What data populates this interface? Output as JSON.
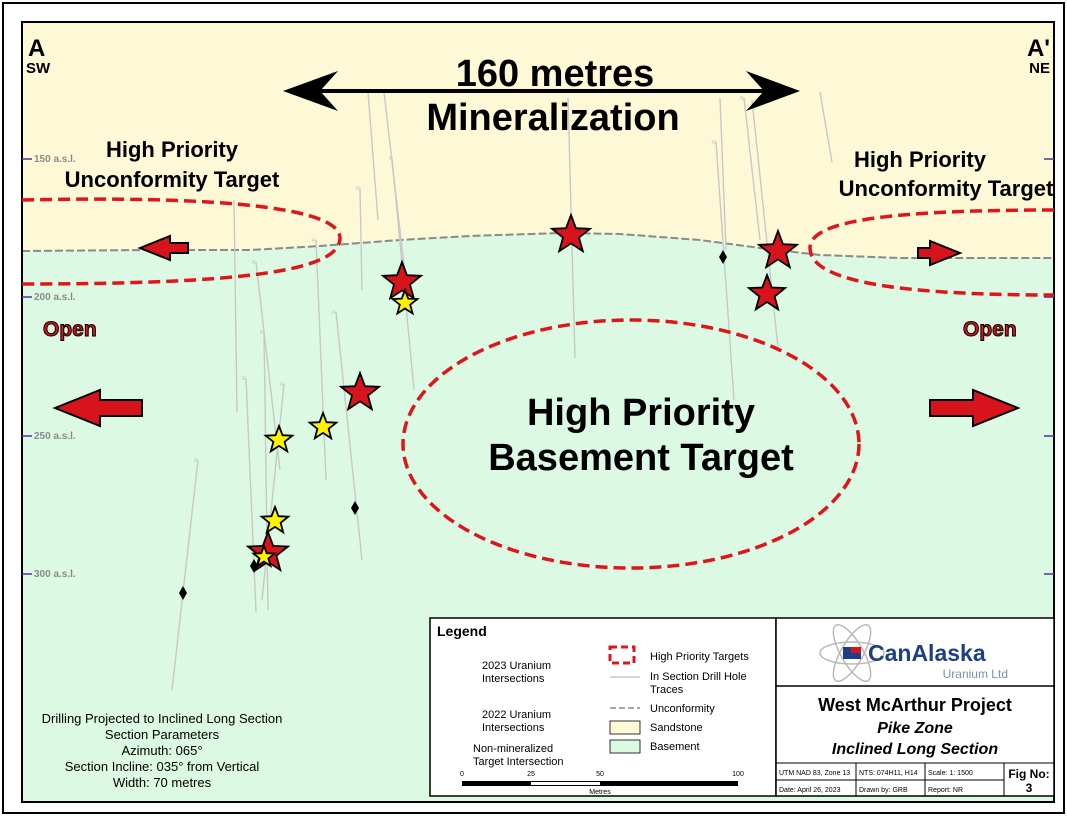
{
  "section": {
    "label_a": "A",
    "label_a_dir": "SW",
    "label_a_prime": "A'",
    "label_a_prime_dir": "NE",
    "headline_line1": "160 metres",
    "headline_line2": "Mineralization",
    "elevations": [
      "150 a.s.l.",
      "200 a.s.l.",
      "250 a.s.l.",
      "300 a.s.l."
    ]
  },
  "targets": {
    "left_unconformity_line1": "High Priority",
    "left_unconformity_line2": "Unconformity Target",
    "right_unconformity_line1": "High Priority",
    "right_unconformity_line2": "Unconformity Target",
    "basement_line1": "High Priority",
    "basement_line2": "Basement Target",
    "open_left": "Open",
    "open_right": "Open"
  },
  "notes": {
    "line1": "Drilling Projected to Inclined Long Section",
    "line2": "Section Parameters",
    "line3": "Azimuth: 065°",
    "line4": "Section Incline: 035° from Vertical",
    "line5": "Width: 70 metres"
  },
  "legend": {
    "title": "Legend",
    "red_star_line1": "2023 Uranium",
    "red_star_line2": "Intersections",
    "yellow_star_line1": "2022 Uranium",
    "yellow_star_line2": "Intersections",
    "diamond_line1": "Non-mineralized",
    "diamond_line2": "Target Intersection",
    "targets": "High Priority Targets",
    "traces_line1": "In Section Drill Hole",
    "traces_line2": "Traces",
    "unconformity": "Unconformity",
    "sandstone": "Sandstone",
    "basement": "Basement",
    "scale_ticks": [
      "0",
      "25",
      "50",
      "100"
    ],
    "scale_unit": "Metres"
  },
  "title_block": {
    "company": "CanAlaska",
    "company_sub": "Uranium Ltd",
    "project": "West McArthur Project",
    "zone": "Pike Zone",
    "section_type": "Inclined Long Section",
    "utm": "UTM NAD 83, Zone 13",
    "nts": "NTS: 074H11, H14",
    "scale": "Scale: 1: 1500",
    "fig_label": "Fig No:",
    "fig_no": "3",
    "date": "Date: April 26, 2023",
    "drawn_by": "Drawn by: GRB",
    "report": "Report: NR"
  },
  "colors": {
    "sandstone": "#fdf9d6",
    "basement": "#dcf9e4",
    "target_outline": "#e0141b",
    "star_2023": "#d7141b",
    "star_2022": "#fff200",
    "drill_trace": "#c8c8c8",
    "unconformity": "#8a8a8a",
    "elevation_tick": "#5a2aa0"
  }
}
